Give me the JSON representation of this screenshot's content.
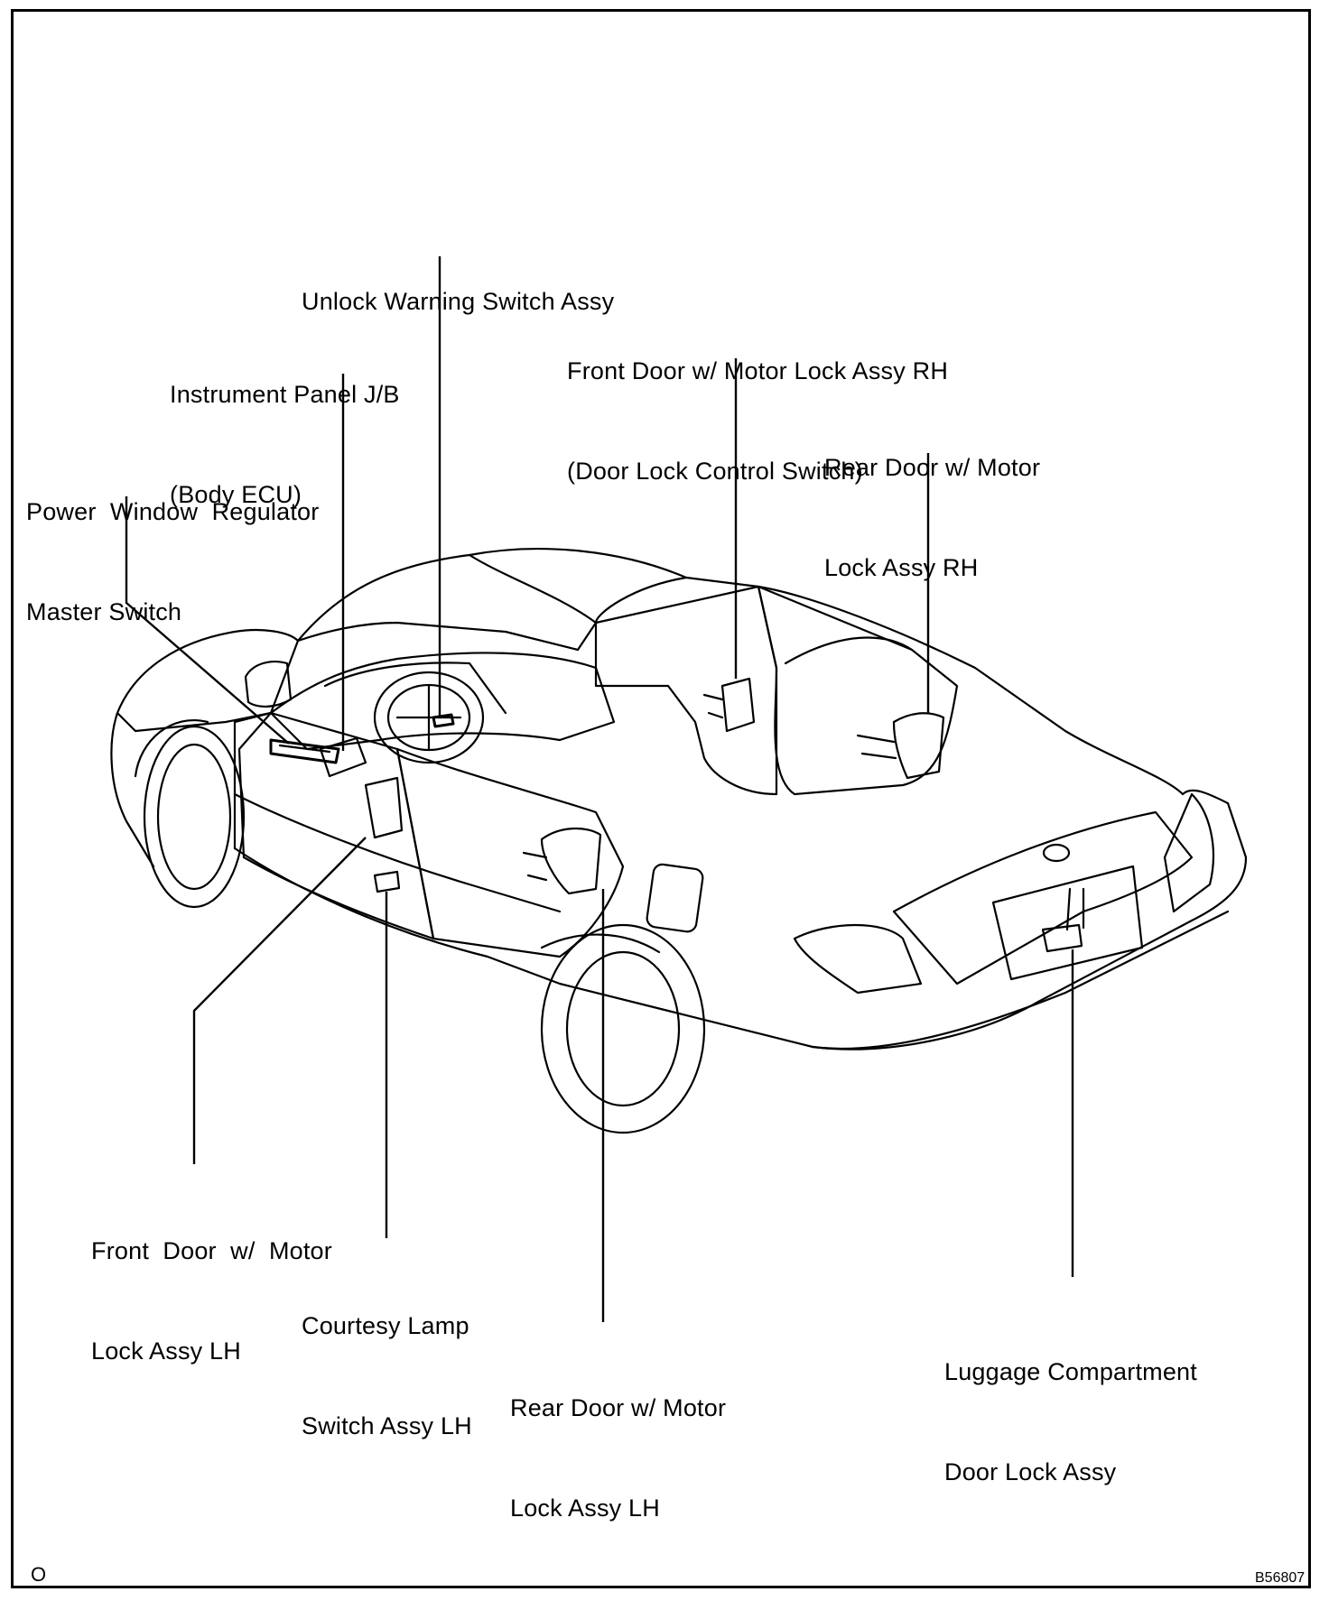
{
  "diagram": {
    "labels": {
      "unlock_warning": {
        "lines": [
          "Unlock Warning Switch Assy"
        ]
      },
      "instrument_panel": {
        "lines": [
          "Instrument Panel J/B",
          "(Body ECU)"
        ]
      },
      "power_window": {
        "lines": [
          "Power  Window  Regulator",
          "Master Switch"
        ]
      },
      "front_door_rh": {
        "lines": [
          "Front Door w/ Motor Lock Assy RH",
          "(Door Lock Control Switch)"
        ]
      },
      "rear_door_rh": {
        "lines": [
          "Rear Door w/ Motor",
          "Lock Assy RH"
        ]
      },
      "front_door_lh": {
        "lines": [
          "Front  Door  w/  Motor",
          "Lock Assy LH"
        ]
      },
      "courtesy_lamp": {
        "lines": [
          "Courtesy Lamp",
          "Switch Assy LH"
        ]
      },
      "rear_door_lh": {
        "lines": [
          "Rear Door w/ Motor",
          "Lock Assy LH"
        ]
      },
      "luggage": {
        "lines": [
          "Luggage Compartment",
          "Door Lock Assy"
        ]
      }
    },
    "corner_mark": "O",
    "figure_code": "B56807",
    "line_color": "#000000",
    "background_color": "#ffffff"
  }
}
